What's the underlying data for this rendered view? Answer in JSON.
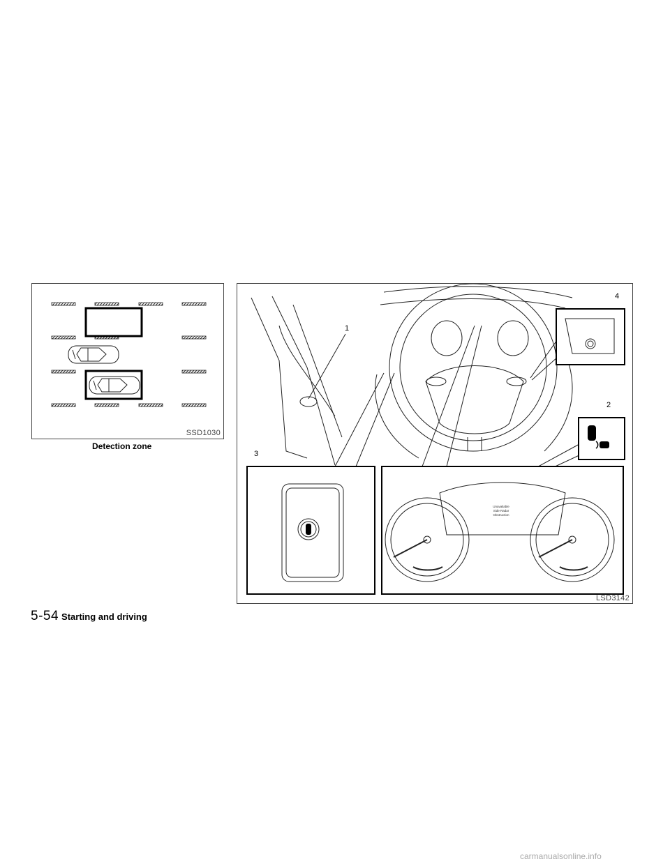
{
  "figure_left": {
    "code": "SSD1030",
    "caption": "Detection zone"
  },
  "figure_right": {
    "code": "LSD3142",
    "callouts": [
      "1",
      "2",
      "3",
      "4"
    ],
    "display_message": [
      "Unavailable",
      "Side Radar",
      "Obstruction"
    ]
  },
  "footer": {
    "page_number": "5-54",
    "section_title": "Starting and driving"
  },
  "watermark": "carmanualsonline.info",
  "icons": [
    "car-parking-diagram",
    "steering-wheel-illustration",
    "side-radar-switch-icon",
    "side-radar-indicator-icon",
    "gauge-cluster-illustration"
  ]
}
